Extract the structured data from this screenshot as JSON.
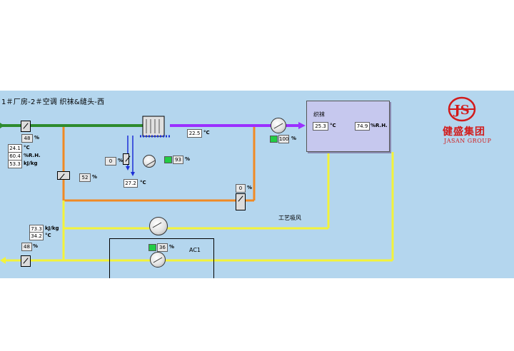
{
  "title": "1＃厂房-2＃空调 织袜&缝头-西",
  "room": {
    "name": "织袜",
    "temp": "25.3",
    "temp_unit": "°C",
    "rh": "74.9",
    "rh_unit": "%R.H."
  },
  "fresh_air": {
    "damper": "48",
    "damper_unit": "%",
    "temp": "24.1",
    "temp_unit": "°C",
    "rh": "60.4",
    "rh_unit": "%R.H.",
    "enthalpy": "53.3",
    "enthalpy_unit": "kJ/kg"
  },
  "mixing_damper": {
    "value": "52",
    "unit": "%"
  },
  "valve": {
    "value": "0",
    "unit": "%"
  },
  "spray_temp": {
    "value": "27.2",
    "unit": "°C"
  },
  "pump": {
    "value": "93",
    "unit": "%"
  },
  "supply_temp": {
    "value": "22.5",
    "unit": "°C"
  },
  "supply_fan": {
    "value": "100",
    "unit": "%"
  },
  "bypass_damper": {
    "value": "0",
    "unit": "%"
  },
  "process_exhaust_label": "工艺吸风",
  "return_air": {
    "enthalpy": "73.3",
    "enthalpy_unit": "kJ/kg",
    "temp": "34.2",
    "temp_unit": "°C"
  },
  "exhaust_damper": {
    "value": "48",
    "unit": "%"
  },
  "ac1": {
    "name": "AC1",
    "value": "36",
    "unit": "%"
  },
  "logo": {
    "initials": "JS",
    "cn": "健盛集团",
    "en": "JASAN GROUP"
  },
  "colors": {
    "panel_bg": "#b4d6ee",
    "fresh_air_line": "#2e8b2e",
    "supply_line": "#9b30ff",
    "orange_line": "#f08a24",
    "return_line": "#f3f33a",
    "logo_red": "#d21b1b",
    "status_green": "#22cc44"
  }
}
